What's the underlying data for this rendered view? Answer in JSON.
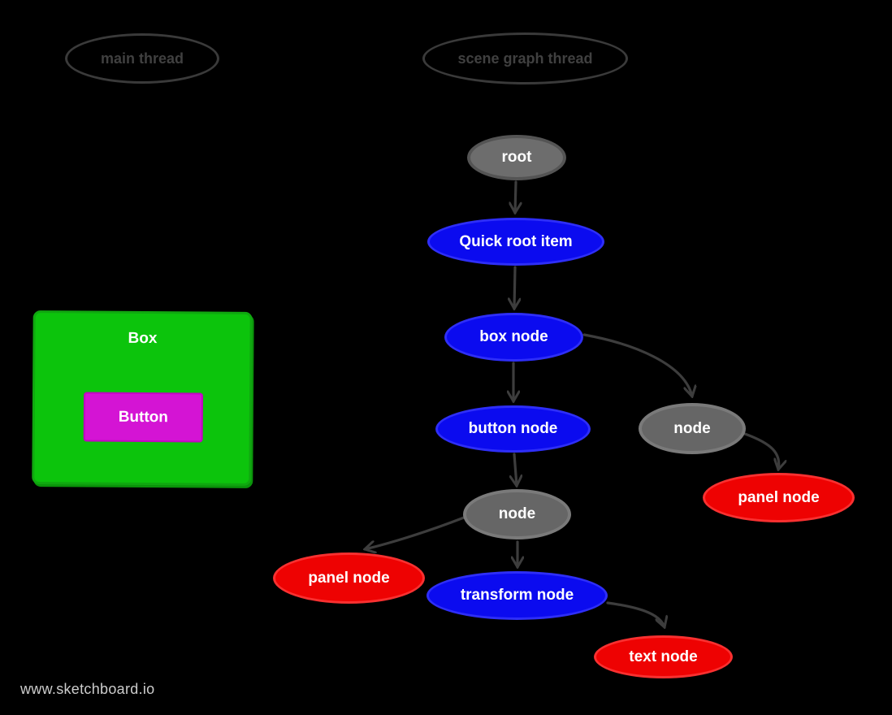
{
  "page": {
    "background": "#000000",
    "watermark": "www.sketchboard.io"
  },
  "lanes": [
    {
      "id": "main-thread",
      "label": "main thread"
    },
    {
      "id": "scene-graph-thread",
      "label": "scene graph thread"
    }
  ],
  "ui_mock": {
    "box_label": "Box",
    "button_label": "Button"
  },
  "graph": {
    "nodes": [
      {
        "id": "root",
        "label": "root",
        "color": "gray"
      },
      {
        "id": "quick-root-item",
        "label": "Quick root item",
        "color": "blue"
      },
      {
        "id": "box-node",
        "label": "box node",
        "color": "blue"
      },
      {
        "id": "button-node",
        "label": "button node",
        "color": "blue"
      },
      {
        "id": "node-right",
        "label": "node",
        "color": "gray"
      },
      {
        "id": "panel-node-right",
        "label": "panel node",
        "color": "red"
      },
      {
        "id": "node-lower",
        "label": "node",
        "color": "gray"
      },
      {
        "id": "panel-node-left",
        "label": "panel node",
        "color": "red"
      },
      {
        "id": "transform-node",
        "label": "transform node",
        "color": "blue"
      },
      {
        "id": "text-node",
        "label": "text node",
        "color": "red"
      }
    ],
    "edges": [
      {
        "from": "root",
        "to": "quick-root-item"
      },
      {
        "from": "quick-root-item",
        "to": "box-node"
      },
      {
        "from": "box-node",
        "to": "button-node"
      },
      {
        "from": "box-node",
        "to": "node-right"
      },
      {
        "from": "node-right",
        "to": "panel-node-right"
      },
      {
        "from": "button-node",
        "to": "node-lower"
      },
      {
        "from": "node-lower",
        "to": "panel-node-left"
      },
      {
        "from": "node-lower",
        "to": "transform-node"
      },
      {
        "from": "transform-node",
        "to": "text-node"
      }
    ]
  },
  "colors": {
    "node_blue": "#0b0bef",
    "node_red": "#ee0202",
    "node_gray": "#666666",
    "box_green": "#0cc40c",
    "button_magenta": "#d414d4",
    "edge_stroke": "#3d3d3d",
    "lane_outline": "#3a3a3a"
  }
}
